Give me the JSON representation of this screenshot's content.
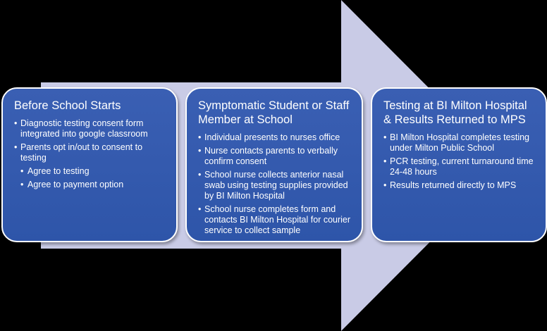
{
  "colors": {
    "background": "#000000",
    "arrow_fill": "#c9cbe6",
    "box_fill": "#3559ad",
    "box_border": "#ffffff",
    "text": "#ffffff"
  },
  "steps": [
    {
      "title": "Before School Starts",
      "items": [
        {
          "text": "Diagnostic testing consent form integrated into google classroom",
          "level": 1
        },
        {
          "text": "Parents opt in/out to consent to testing",
          "level": 1
        },
        {
          "text": "Agree to testing",
          "level": 2
        },
        {
          "text": "Agree to payment option",
          "level": 2
        }
      ]
    },
    {
      "title": "Symptomatic Student or Staff Member at School",
      "items": [
        {
          "text": "Individual presents to nurses office",
          "level": 1
        },
        {
          "text": "Nurse contacts parents to verbally confirm consent",
          "level": 1
        },
        {
          "text": "School nurse collects anterior nasal swab using testing supplies provided by BI Milton Hospital",
          "level": 1
        },
        {
          "text": "School nurse completes form and contacts BI Milton Hospital for courier service to collect sample",
          "level": 1
        }
      ]
    },
    {
      "title": "Testing at BI Milton Hospital & Results Returned to MPS",
      "items": [
        {
          "text": "BI Milton Hospital completes testing under Milton Public School",
          "level": 1
        },
        {
          "text": "PCR testing, current turnaround time 24-48 hours",
          "level": 1
        },
        {
          "text": "Results returned directly to MPS",
          "level": 1
        }
      ]
    }
  ]
}
